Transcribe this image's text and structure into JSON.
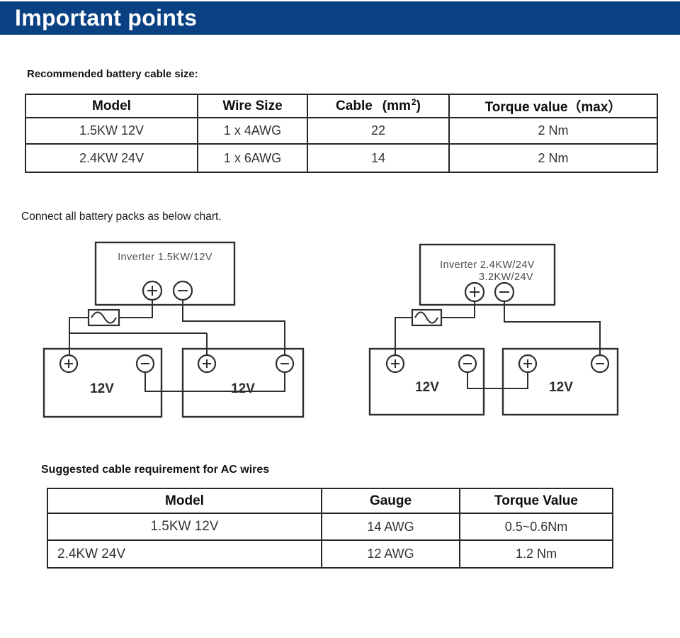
{
  "header": {
    "title": "Important points",
    "bg_color": "#0a4183",
    "text_color": "#ffffff"
  },
  "battery_cable_section": {
    "heading": "Recommended battery cable size:",
    "table": {
      "col_model": "Model",
      "col_wire_size": "Wire Size",
      "col_cable_pre": "Cable",
      "col_cable_unit_open": "(mm",
      "col_cable_sup": "2",
      "col_cable_unit_close": ")",
      "col_torque": "Torque value（max）",
      "rows": [
        {
          "model": "1.5KW 12V",
          "wire_size": "1 x 4AWG",
          "cable": "22",
          "torque": "2 Nm"
        },
        {
          "model": "2.4KW 24V",
          "wire_size": "1 x 6AWG",
          "cable": "14",
          "torque": "2 Nm"
        }
      ]
    }
  },
  "connect_note": "Connect all battery packs as below chart.",
  "diagram_left": {
    "inverter_label": "Inverter 1.5KW/12V",
    "battery1_label": "12V",
    "battery2_label": "12V"
  },
  "diagram_right": {
    "inverter_label_line1": "Inverter 2.4KW/24V",
    "inverter_label_line2": "3.2KW/24V",
    "battery1_label": "12V",
    "battery2_label": "12V"
  },
  "ac_wires_section": {
    "heading": "Suggested cable requirement for AC wires",
    "table": {
      "col_model": "Model",
      "col_gauge": "Gauge",
      "col_torque": "Torque Value",
      "rows": [
        {
          "model": "1.5KW 12V",
          "gauge": "14 AWG",
          "torque": "0.5~0.6Nm"
        },
        {
          "model": "2.4KW 24V",
          "gauge": "12 AWG",
          "torque": "1.2 Nm"
        }
      ]
    }
  },
  "icons": {
    "plus_terminal": "+",
    "minus_terminal": "−",
    "fuse": "sine-wave"
  },
  "colors": {
    "header_bg": "#0a4183",
    "diagram_line": "#2e2e2e",
    "table_border": "#262626"
  }
}
